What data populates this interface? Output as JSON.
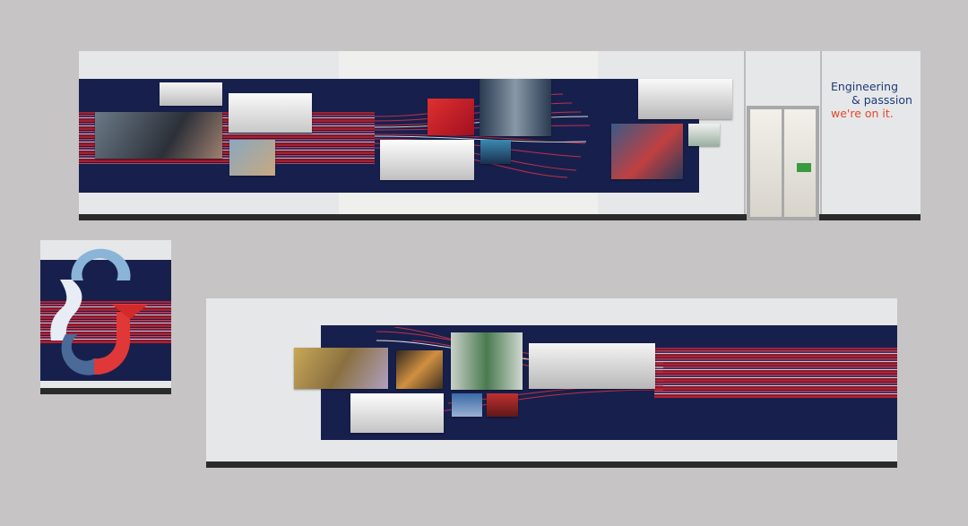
{
  "tagline": {
    "line1": "Engineering",
    "line2": "& passsion",
    "line3": "we're on it."
  },
  "colors": {
    "navy": "#17204d",
    "accent": "#e8462a",
    "wall": "#e6e7e8",
    "tagline_blue": "#1c3a7a"
  }
}
